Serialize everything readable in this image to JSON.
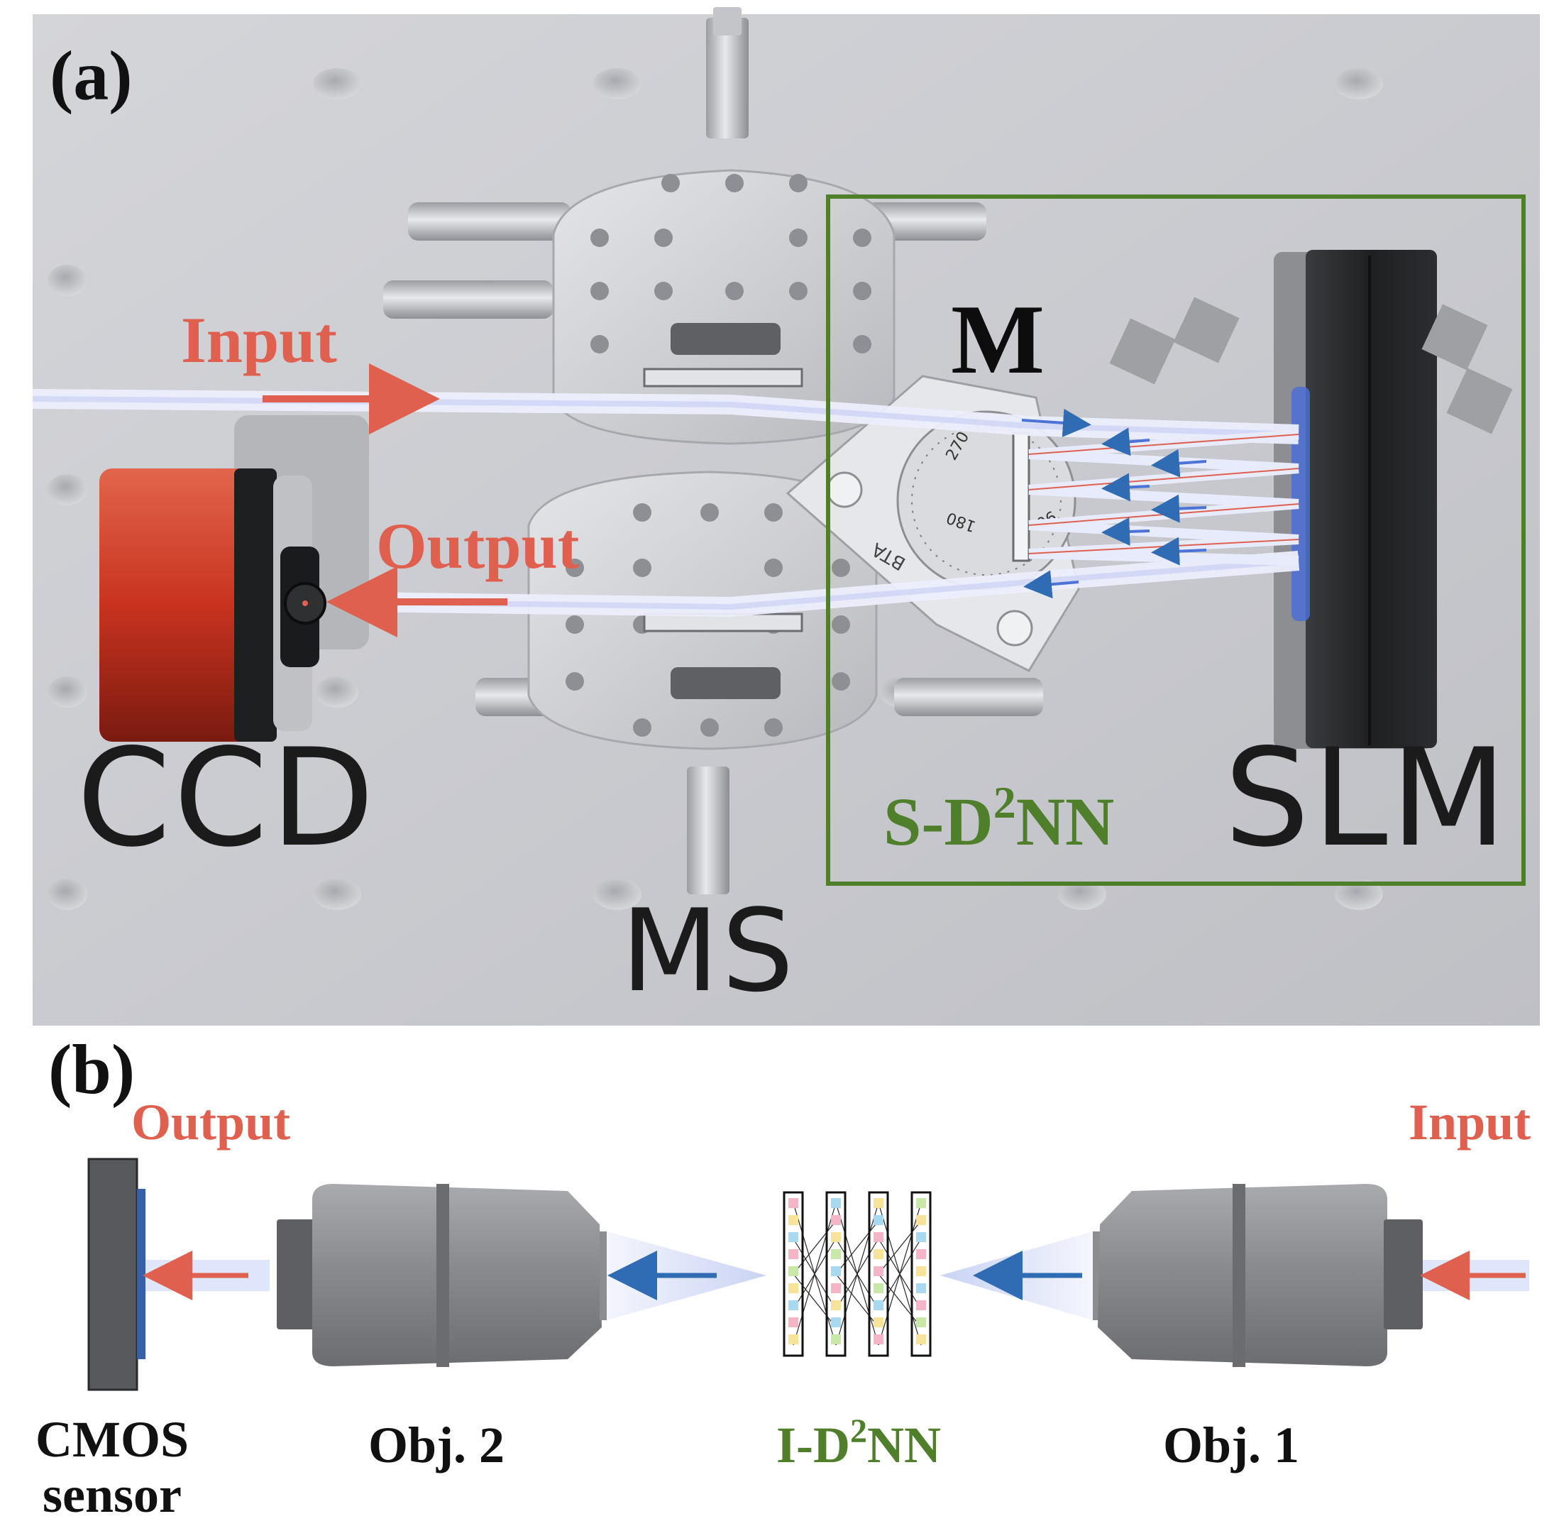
{
  "panel_a": {
    "label": "(a)",
    "input": "Input",
    "output": "Output",
    "mirror": "M",
    "ccd": "CCD",
    "slm": "SLM",
    "ms": "MS",
    "network_prefix": "S-D",
    "network_sup": "2",
    "network_suffix": "NN",
    "dial_marks": [
      "270",
      "180",
      "90"
    ],
    "dial_text": "BTA"
  },
  "panel_b": {
    "label": "(b)",
    "output": "Output",
    "input": "Input",
    "sensor_line1": "CMOS",
    "sensor_line2": "sensor",
    "obj2": "Obj. 2",
    "obj1": "Obj. 1",
    "network_prefix": "I-D",
    "network_sup": "2",
    "network_suffix": "NN"
  },
  "colors": {
    "label_red": "#e0604f",
    "network_green": "#4f7f2a",
    "beam_blue": "#3f6fc0",
    "table_gray": "#cfd0d4",
    "ccd_red": "#c8331f"
  }
}
